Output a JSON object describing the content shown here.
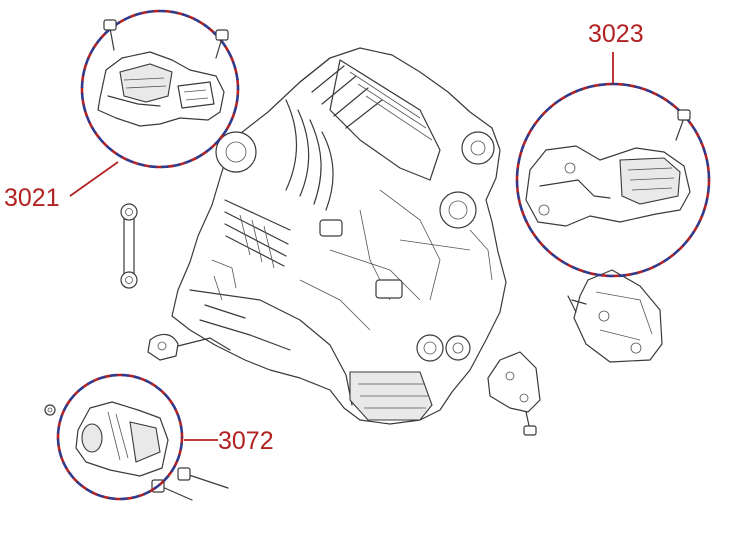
{
  "callouts": [
    {
      "id": "mount-upper-left",
      "label": "3021"
    },
    {
      "id": "mount-upper-right",
      "label": "3023"
    },
    {
      "id": "mount-lower-left",
      "label": "3072"
    }
  ],
  "colors": {
    "label": "#b22222",
    "leader": "#b22222",
    "circle_dash_primary": "#b22222",
    "circle_dash_secondary": "#2e3a8c",
    "line_art": "#3a3a3a"
  }
}
